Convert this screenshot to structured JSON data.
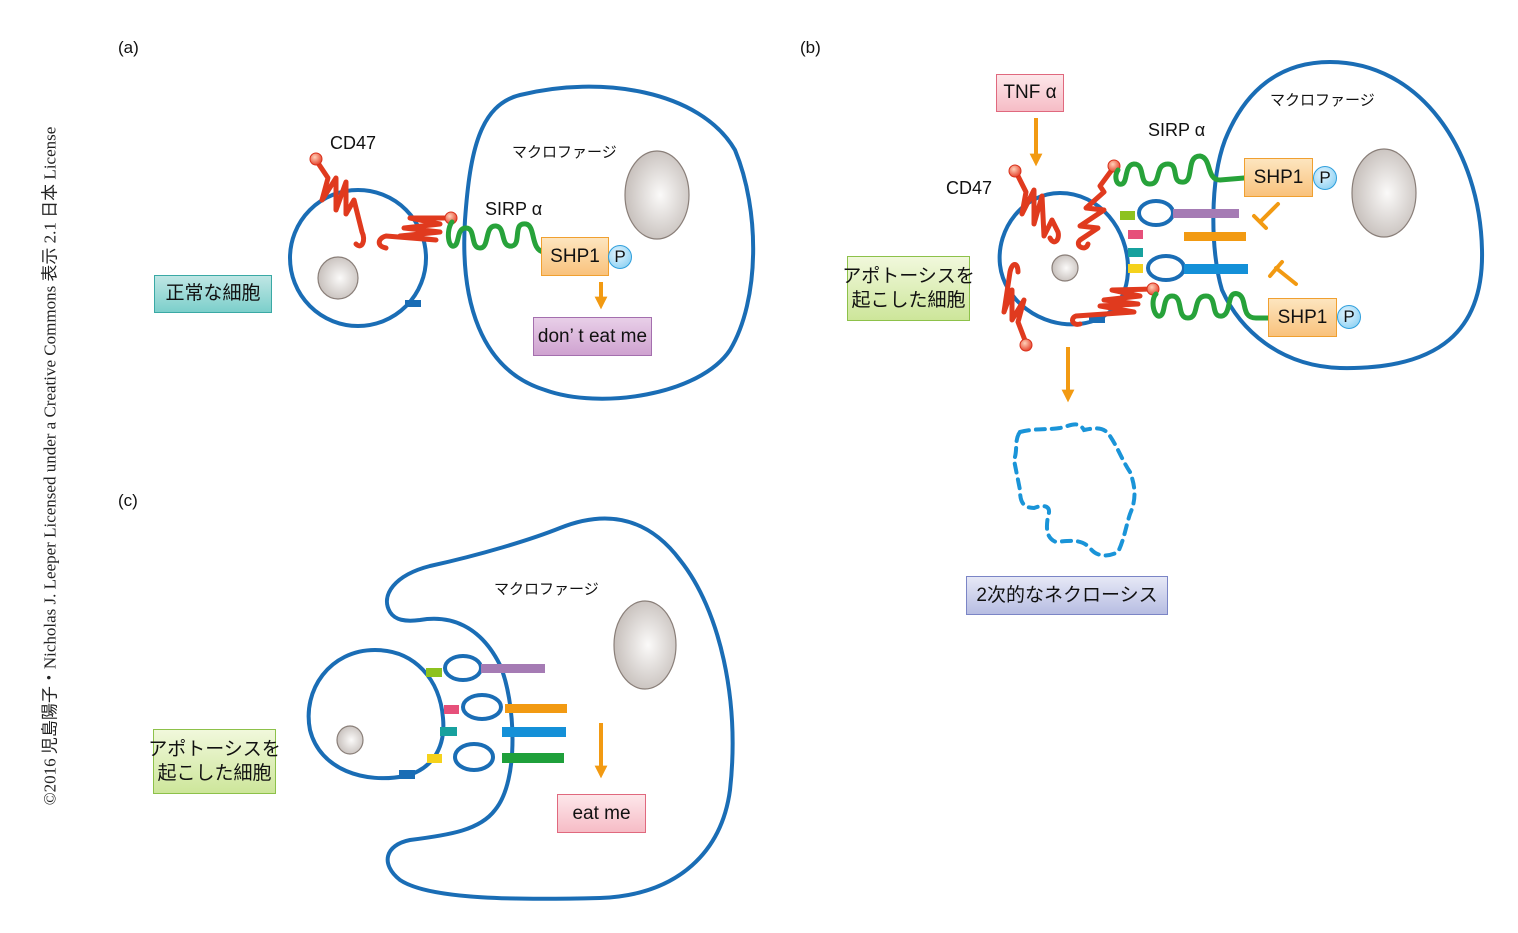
{
  "copyright": "©2016 児島陽子・Nicholas J. Leeper Licensed under a Creative Commons 表示 2.1 日本 License",
  "colors": {
    "membrane": "#1a6db5",
    "cd47": "#e03a1e",
    "sirpa": "#27a23a",
    "arrow": "#f29a12",
    "nucleus": "#cfc9c6"
  },
  "panel_a": {
    "label": "(a)",
    "cd47": "CD47",
    "macrophage": "マクロファージ",
    "sirpa": "SIRP α",
    "shp1": "SHP1",
    "p": "P",
    "cell_label": "正常な細胞",
    "outcome": "don’ t eat me"
  },
  "panel_b": {
    "label": "(b)",
    "tnf": "TNF α",
    "cd47": "CD47",
    "sirpa": "SIRP α",
    "macrophage": "マクロファージ",
    "shp1_top": "SHP1",
    "p_top": "P",
    "shp1_bottom": "SHP1",
    "p_bottom": "P",
    "cell_label_line1": "アポトーシスを",
    "cell_label_line2": "起こした細胞",
    "outcome": "2次的なネクローシス"
  },
  "panel_c": {
    "label": "(c)",
    "macrophage": "マクロファージ",
    "cell_label_line1": "アポトーシスを",
    "cell_label_line2": "起こした細胞",
    "outcome": "eat me"
  }
}
